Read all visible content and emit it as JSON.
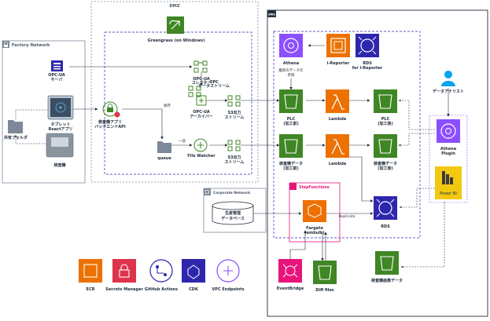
{
  "groups": {
    "factory": "Factory Network",
    "dmz": "DMZ",
    "corporate": "Corporate Network",
    "aws": "aws"
  },
  "nodes": {
    "greengrass": "Greengrass (on Windows)",
    "opcua_server_1": "OPC-UA",
    "opcua_server_2": "サーバ",
    "opcua_collector_1": "OPC-UA",
    "opcua_collector_2": "コレクター",
    "opc_stream_1": "OPC",
    "opc_stream_2": "データストリーム",
    "opcua_archiver_1": "OPC-UA",
    "opcua_archiver_2": "アーカイバー",
    "s3_out_1_a": "S3出力",
    "s3_out_1_b": "ストリーム",
    "inspect_api_1": "検査機アプリ",
    "inspect_api_2": "バックエンドAPI",
    "save_label": "保存",
    "queue": "queue",
    "batch_label": "一括",
    "file_watcher": "File Watcher",
    "s3_out_2_a": "S3出力",
    "s3_out_2_b": "ストリーム",
    "tablet_1": "タブレット",
    "tablet_2": "Reactアプリ",
    "shared_folder": "共有フォルダ",
    "inspection_machine": "検査機",
    "athena_top": "Athena",
    "athena_note_1": "最新のデータを",
    "athena_note_2": "参照",
    "ireporter": "i-Reporter",
    "rds_ireporter_1": "RDS",
    "rds_ireporter_2": "for i-Reporter",
    "plc_raw_1": "PLC",
    "plc_raw_2": "(加工前)",
    "lambda_1": "Lambda",
    "plc_proc_1": "PLC",
    "plc_proc_2": "(加工後)",
    "insp_raw_1": "検査機データ",
    "insp_raw_2": "(加工前)",
    "lambda_2": "Lambda",
    "insp_proc_1": "検査機データ",
    "insp_proc_2": "(加工後)",
    "data_analyst": "データアナリスト",
    "athena_plugin_1": "Athena",
    "athena_plugin_2": "Plugin",
    "power_bi": "Power BI",
    "stepfunctions": "StepFunctions",
    "prod_db_1": "生産管理",
    "prod_db_2": "データベース",
    "replicate": "Replicate",
    "fargate_1": "Fargate",
    "fargate_2": "(embulk)",
    "rds": "RDS",
    "eventbridge": "EventBridge",
    "diff_files": "Diff files",
    "insp_image": "検査機画像データ"
  },
  "legend": {
    "ecr": "ECR",
    "secrets": "Secrets Manager",
    "github": "GitHub Actions",
    "cdk": "CDK",
    "vpc": "VPC Endpoints"
  },
  "colors": {
    "storage": "#3f8624",
    "compute": "#ed7100",
    "analytics": "#8c4fff",
    "database": "#2e27ad",
    "security": "#dd344c",
    "integration": "#e7157b",
    "analyst": "#00a4ef",
    "powerbi": "#f2c811"
  }
}
